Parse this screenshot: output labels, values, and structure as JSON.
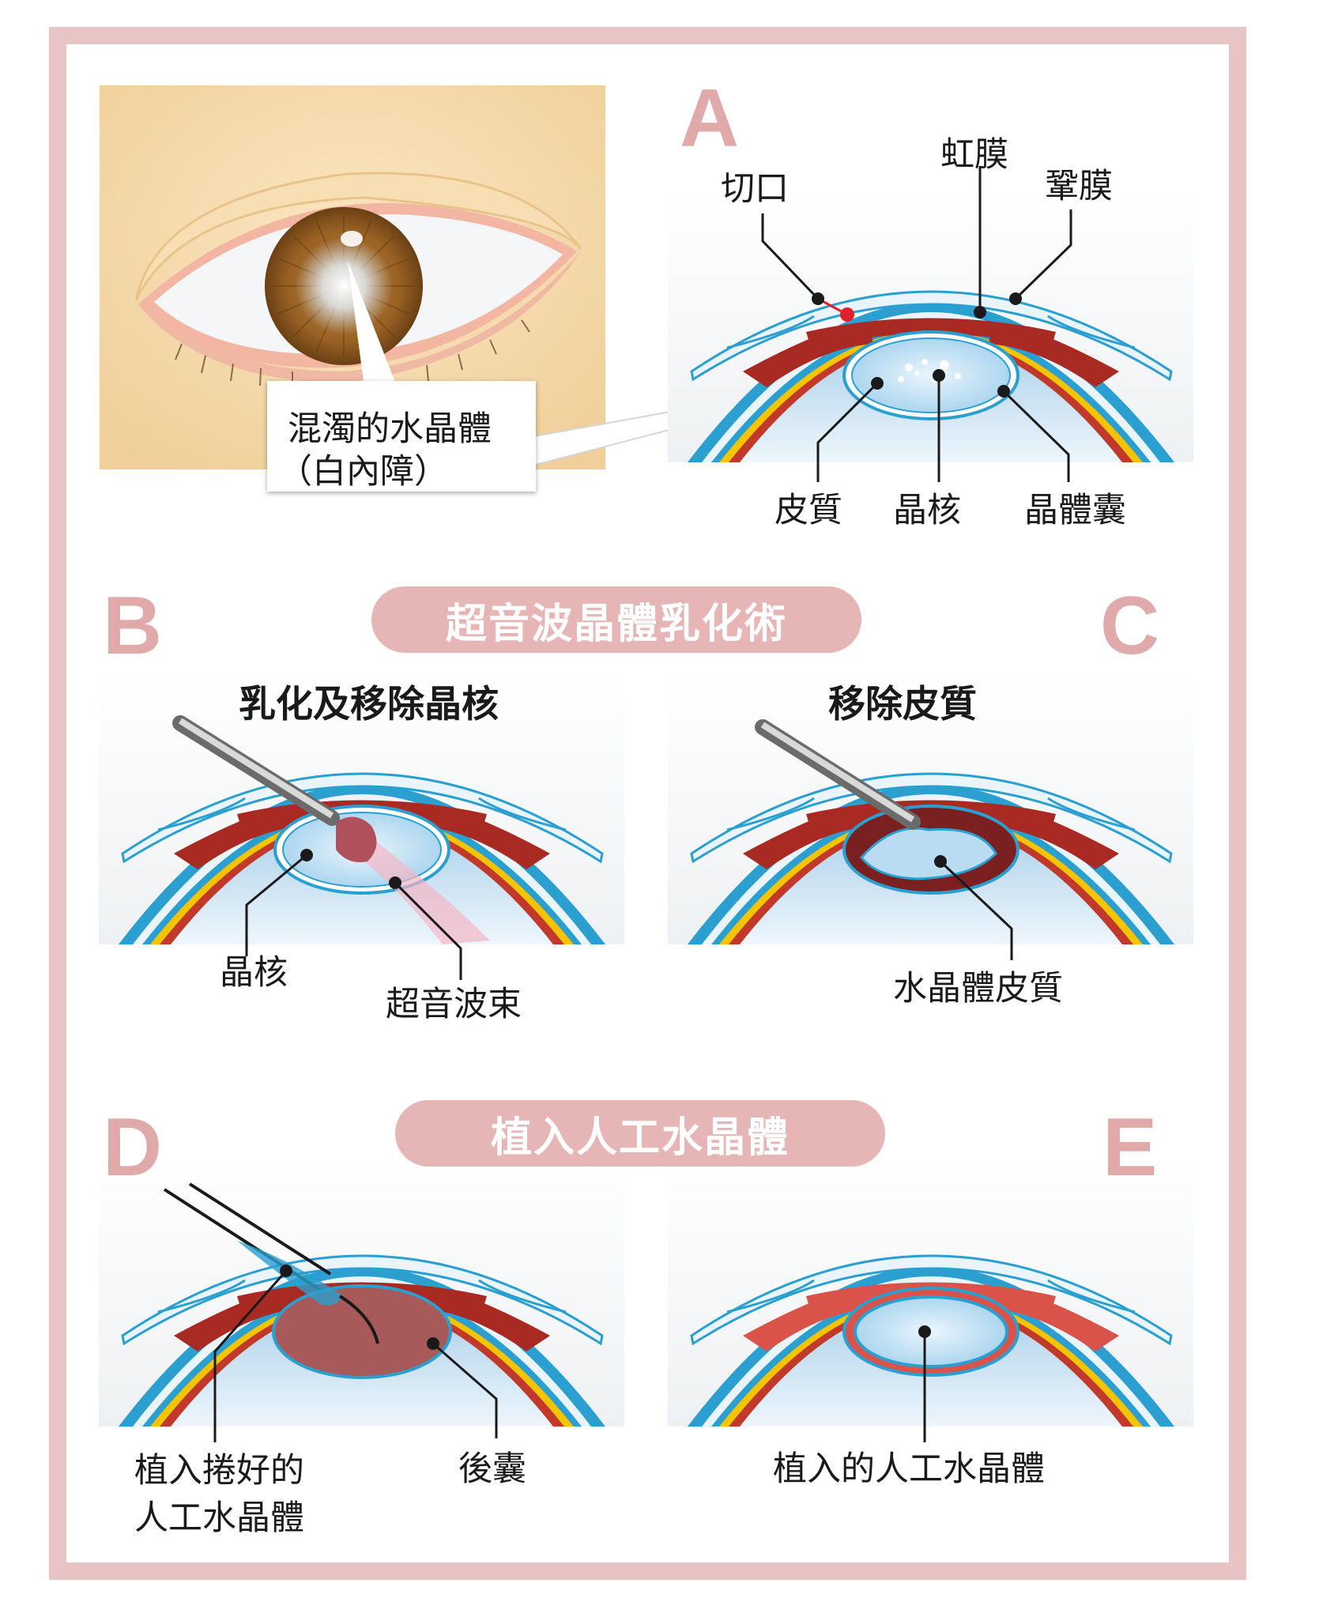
{
  "panel_letters": {
    "a": "A",
    "b": "B",
    "c": "C",
    "d": "D",
    "e": "E"
  },
  "banners": {
    "phaco": "超音波晶體乳化術",
    "implant": "植入人工水晶體"
  },
  "callout": {
    "line1": "混濁的水晶體",
    "line2": "（白內障）"
  },
  "panel_a": {
    "incision": "切口",
    "iris": "虹膜",
    "cornea": "鞏膜",
    "cortex": "皮質",
    "nucleus": "晶核",
    "capsule": "晶體囊"
  },
  "panel_b": {
    "title": "乳化及移除晶核",
    "nucleus": "晶核",
    "ultrasound": "超音波束"
  },
  "panel_c": {
    "title": "移除皮質",
    "cortex": "水晶體皮質"
  },
  "panel_d": {
    "folded_lens_l1": "植入捲好的",
    "folded_lens_l2": "人工水晶體",
    "posterior_capsule": "後囊"
  },
  "panel_e": {
    "implanted_lens": "植入的人工水晶體"
  },
  "colors": {
    "frame": "#e9c4c4",
    "banner": "#e6b5b5",
    "letter": "#e1aaaa",
    "iris_red": "#a82a22",
    "cornea_blue": "#2a9fd0",
    "retina_yellow": "#f4c400"
  }
}
